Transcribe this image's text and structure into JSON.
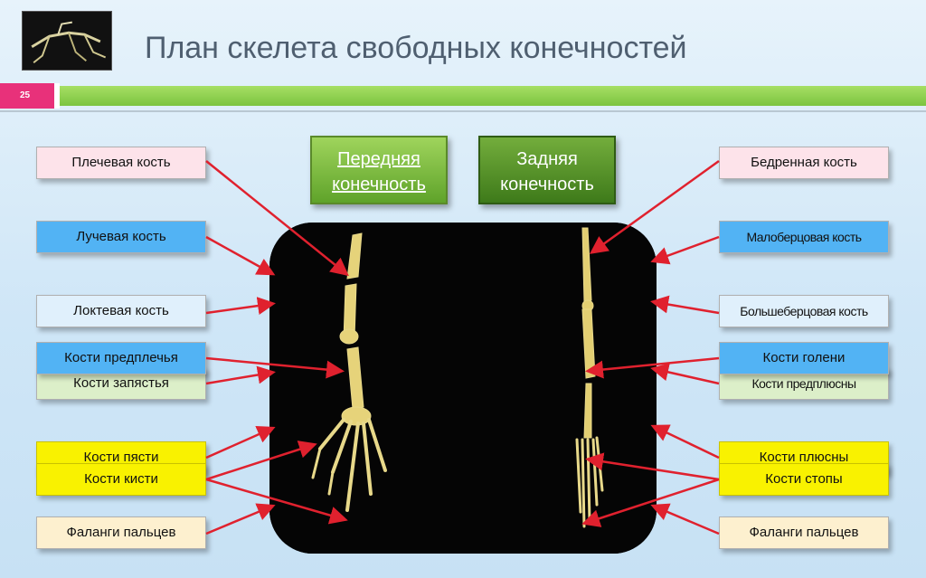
{
  "slide": {
    "title": "План скелета свободных конечностей",
    "number": "25"
  },
  "headers": {
    "front": "Передняя конечность",
    "back": "Задняя конечность"
  },
  "front_labels": [
    "Плечевая кость",
    "Лучевая кость",
    "Локтевая кость",
    "Кости предплечья",
    "Кости запястья",
    "Кости пясти",
    "Кости кисти",
    "Фаланги пальцев"
  ],
  "back_labels": [
    "Бедренная кость",
    "Малоберцовая кость",
    "Большеберцовая кость",
    "Кости голени",
    "Кости предплюсны",
    "Кости плюсны",
    "Кости стопы",
    "Фаланги пальцев"
  ],
  "colors": {
    "accent_pink": "#e8317a",
    "bar_green": "#7cc440",
    "arrow_red": "#e0212e",
    "label_yellow": "#f9f200",
    "label_blue": "#52b3f4"
  },
  "images": {
    "thumbnail": "frog-skeleton-thumbnail",
    "photo": "frog-limb-skeleton-photo"
  }
}
